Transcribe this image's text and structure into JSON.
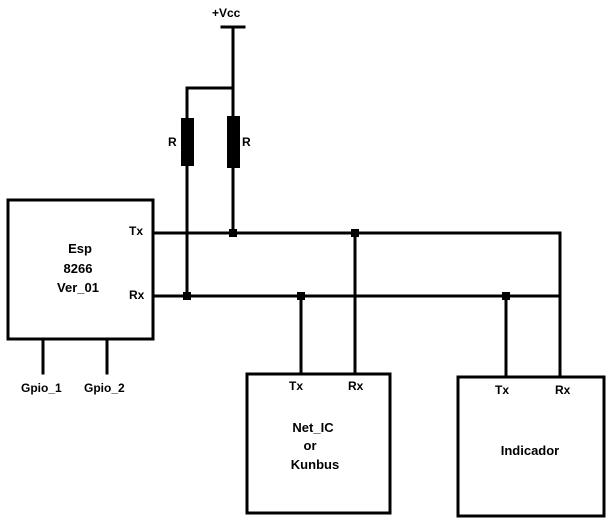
{
  "supply": {
    "label": "+Vcc"
  },
  "resistors": [
    {
      "label": "R"
    },
    {
      "label": "R"
    }
  ],
  "esp": {
    "lines": [
      "Esp",
      "8266",
      "Ver_01"
    ],
    "tx": "Tx",
    "rx": "Rx",
    "gpio1": "Gpio_1",
    "gpio2": "Gpio_2"
  },
  "net_ic": {
    "lines": [
      "Net_IC",
      "or",
      "Kunbus"
    ],
    "tx": "Tx",
    "rx": "Rx"
  },
  "indicador": {
    "title": "Indicador",
    "tx": "Tx",
    "rx": "Rx"
  }
}
